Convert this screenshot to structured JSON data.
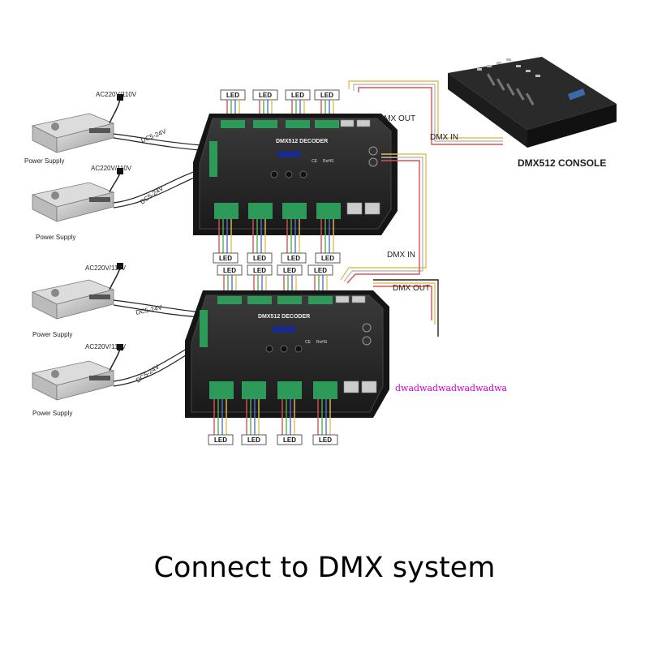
{
  "labels": {
    "ac": "AC220V/110V",
    "dc": "DC5-24V",
    "power_supply": "Power Supply",
    "led": "LED",
    "dmx_out": "DMX OUT",
    "dmx_in": "DMX IN",
    "dmx_in_lower": "DMX IN",
    "console": "DMX512 CONSOLE",
    "decoder_title": "DMX512 DECODER",
    "rohs": "RoHS",
    "ce": "CE"
  },
  "caption": "Connect to DMX system",
  "watermark": "dwadwadwadwadwadwa",
  "colors": {
    "decoder_body": "#2b2b2b",
    "terminal_green": "#2e9a5a",
    "watermark": "#d000d0"
  }
}
